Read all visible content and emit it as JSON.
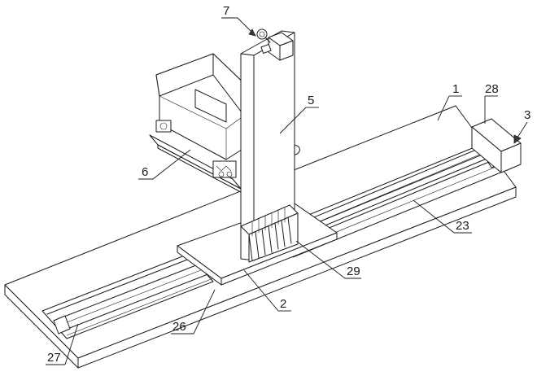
{
  "labels": {
    "l1": "1",
    "l2": "2",
    "l3": "3",
    "l5": "5",
    "l6": "6",
    "l7": "7",
    "l23": "23",
    "l26": "26",
    "l27": "27",
    "l28": "28",
    "l29": "29"
  }
}
